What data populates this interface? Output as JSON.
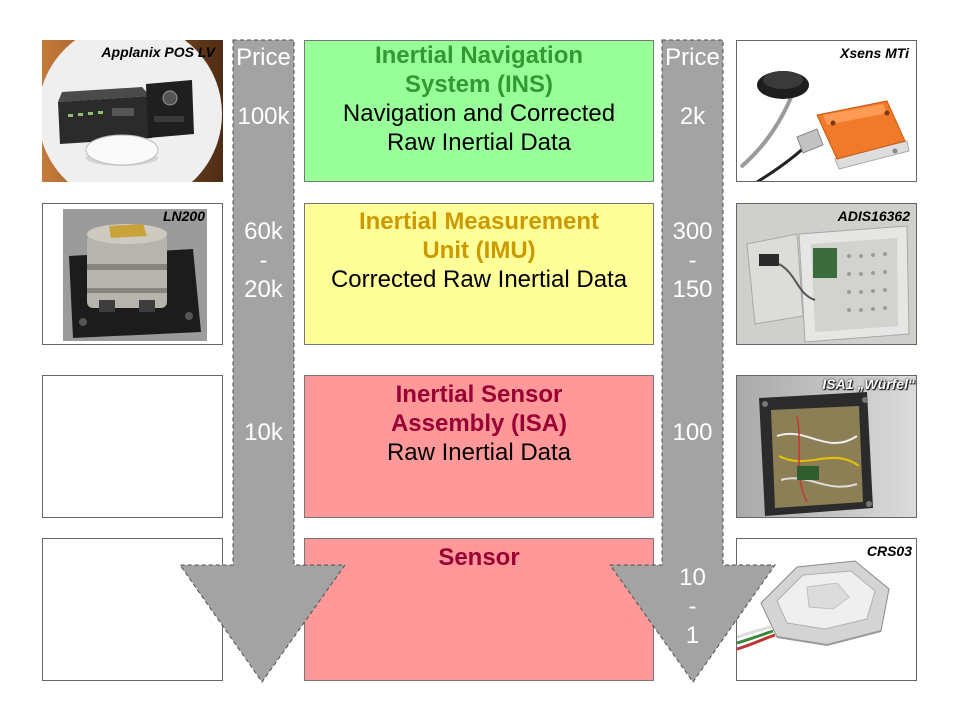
{
  "levels": [
    {
      "title": [
        "Inertial Navigation",
        "System (INS)"
      ],
      "description": [
        "Navigation and Corrected",
        "Raw Inertial Data"
      ],
      "bg": "#99ff99",
      "title_color": "#339933"
    },
    {
      "title": [
        "Inertial Measurement",
        "Unit (IMU)"
      ],
      "description": [
        "Corrected Raw Inertial Data"
      ],
      "bg": "#ffff99",
      "title_color": "#cc9900"
    },
    {
      "title": [
        "Inertial Sensor",
        "Assembly (ISA)"
      ],
      "description": [
        "Raw Inertial Data"
      ],
      "bg": "#ff9999",
      "title_color": "#990033"
    },
    {
      "title": [
        "Sensor"
      ],
      "description": [],
      "bg": "#ff9999",
      "title_color": "#990033"
    }
  ],
  "price_left": {
    "header": "Price",
    "values": [
      [
        "100k"
      ],
      [
        "60k",
        "-",
        "20k"
      ],
      [
        "10k"
      ],
      []
    ]
  },
  "price_right": {
    "header": "Price",
    "values": [
      [
        "2k"
      ],
      [
        "300",
        "-",
        "150"
      ],
      [
        "100"
      ],
      [
        "10",
        "-",
        "1"
      ]
    ]
  },
  "left_images": [
    {
      "label": "Applanix POS LV",
      "icon": "applanix-pos-lv-photo"
    },
    {
      "label": "LN200",
      "icon": "ln200-photo"
    }
  ],
  "right_images": [
    {
      "label": "Xsens MTi",
      "icon": "xsens-mti-photo"
    },
    {
      "label": "ADIS16362",
      "icon": "adis16362-photo"
    },
    {
      "label": "ISA1 „Würfel“",
      "icon": "isa1-wuerfel-photo"
    },
    {
      "label": "CRS03",
      "icon": "crs03-photo"
    }
  ],
  "colors": {
    "arrow_fill": "#a3a3a3",
    "arrow_stroke": "#4d4d4d",
    "price_text": "#ffffff"
  }
}
